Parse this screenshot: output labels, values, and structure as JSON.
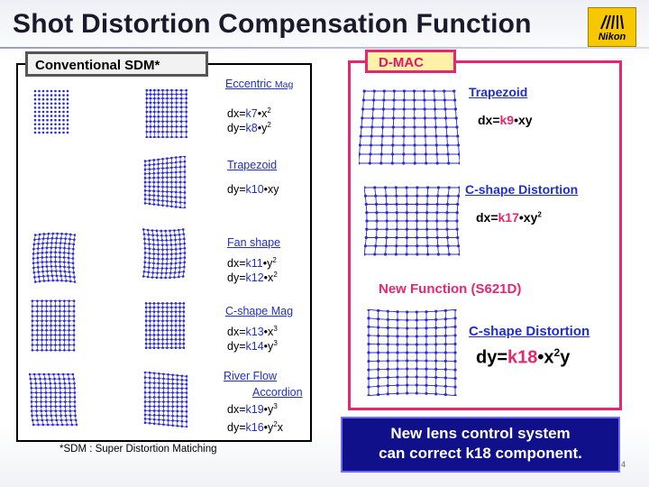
{
  "title": "Shot Distortion Compensation Function",
  "logo_text": "Nikon",
  "sdm": {
    "label": "Conventional SDM*",
    "footnote": "*SDM : Super Distortion Matiching",
    "items": [
      {
        "caption": "Eccentric",
        "caption_small": "Mag",
        "formula": [
          {
            "pre": "dx=",
            "k": "k7",
            "post": "•x",
            "sup": "2"
          },
          {
            "pre": "dy=",
            "k": "k8",
            "post": "•y",
            "sup": "2"
          }
        ]
      },
      {
        "caption": "Trapezoid",
        "formula": [
          {
            "pre": "dy=",
            "k": "k10",
            "post": "•xy",
            "sup": ""
          }
        ]
      },
      {
        "caption": "Fan shape",
        "formula": [
          {
            "pre": "dx=",
            "k": "k11",
            "post": "•y",
            "sup": "2"
          },
          {
            "pre": "dy=",
            "k": "k12",
            "post": "•x",
            "sup": "2"
          }
        ]
      },
      {
        "caption": "C-shape Mag",
        "formula": [
          {
            "pre": "dx=",
            "k": "k13",
            "post": "•x",
            "sup": "3"
          },
          {
            "pre": "dy=",
            "k": "k14",
            "post": "•y",
            "sup": "3"
          }
        ]
      },
      {
        "caption": "River Flow",
        "caption2": "Accordion",
        "formula": [
          {
            "pre": "dx=",
            "k": "k19",
            "post": "•y",
            "sup": "3"
          },
          {
            "pre": "dy=",
            "k": "k16",
            "post": "•y",
            "sup": "2",
            "post2": "x"
          }
        ]
      }
    ]
  },
  "dmac": {
    "label": "D-MAC",
    "items": [
      {
        "caption": "Trapezoid",
        "formula": {
          "pre": "dx=",
          "k": "k9",
          "post": "•xy",
          "sup": ""
        }
      },
      {
        "caption": "C-shape Distortion",
        "formula": {
          "pre": "dx=",
          "k": "k17",
          "post": "•xy",
          "sup": "2"
        }
      }
    ],
    "new_function": "New  Function (S621D)",
    "new_item": {
      "caption": "C-shape Distortion",
      "formula": {
        "pre": "dy=",
        "k": "k18",
        "post": "•x",
        "sup": "2",
        "post2": "y"
      }
    }
  },
  "banner": {
    "line1": "New lens control system",
    "line2": "can correct k18 component."
  },
  "page_number": "4",
  "colors": {
    "accent_pink": "#e8266f",
    "caption_blue": "#1f2fc9",
    "banner_navy": "#10108a",
    "grid_blue": "#2a2ad0"
  }
}
